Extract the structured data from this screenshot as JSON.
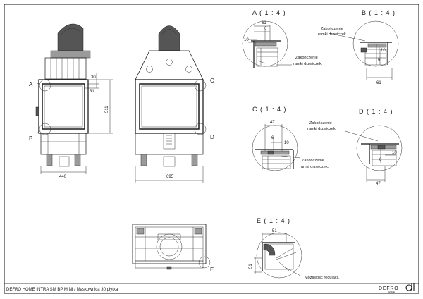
{
  "views": {
    "front": {
      "width_dim": "440",
      "height_dim": "511",
      "callouts": [
        "A",
        "B"
      ],
      "offsets": [
        "30",
        "31"
      ]
    },
    "side": {
      "width_dim": "695",
      "callouts": [
        "C",
        "D"
      ]
    },
    "top": {
      "callouts": [
        "E"
      ]
    }
  },
  "details": [
    {
      "id": "A",
      "title": "A ( 1 : 4 )",
      "dims": [
        "61",
        "6",
        "10"
      ],
      "note_line1": "Zakończenie",
      "note_line2": "ramki drzwiczek."
    },
    {
      "id": "B",
      "title": "B ( 1 : 4 )",
      "dims": [
        "10",
        "6",
        "61"
      ],
      "note_line1": "Zakończenie",
      "note_line2": "ramki drzwiczek."
    },
    {
      "id": "C",
      "title": "C ( 1 : 4 )",
      "dims": [
        "47",
        "6",
        "10"
      ],
      "note_line1": "Zakończenie",
      "note_line2": "ramki drzwiczek."
    },
    {
      "id": "D",
      "title": "D ( 1 : 4 )",
      "dims": [
        "10",
        "6",
        "47"
      ],
      "note_line1": "Zakończenie",
      "note_line2": "ramki drzwiczek."
    },
    {
      "id": "E",
      "title": "E ( 1 : 4 )",
      "dims": [
        "51",
        "51"
      ],
      "note_line1": "Możliwość regulacji.",
      "note_line2": ""
    }
  ],
  "footer": {
    "caption": "DEFRO HOME INTRA SM BP MINI / Maskownica 30 płytka",
    "brand": "DEFRO",
    "brand_sub": "HOME"
  }
}
